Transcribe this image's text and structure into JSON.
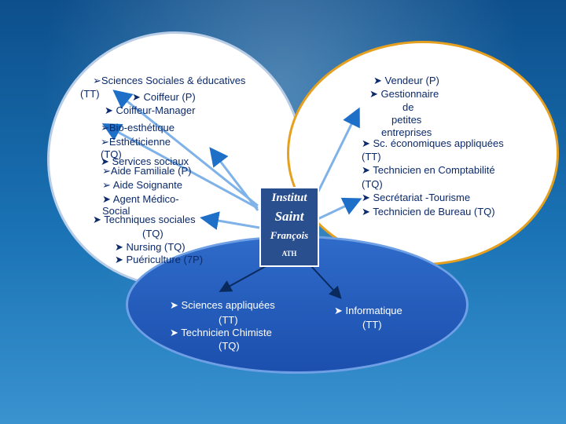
{
  "left": {
    "lines": [
      "➢Sciences Sociales & éducatives",
      "(TT)",
      "➤ Coiffeur (P)",
      "➤ Coiffeur-Manager",
      "➢Bio-esthétique",
      "➢Esthéticienne",
      "(TQ)",
      "➤ Services sociaux",
      "➢Aide Familiale (P)",
      "➢ Aide Soignante",
      "➤ Agent Médico-",
      "Social",
      "➤ Techniques sociales",
      "(TQ)",
      "➤ Nursing (TQ)",
      "➤ Puériculture (7P)"
    ]
  },
  "right": {
    "lines": [
      "➤ Vendeur (P)",
      "➤ Gestionnaire",
      "de",
      "petites",
      "entreprises",
      "➤ Sc. économiques  appliquées",
      "(TT)",
      "➤ Technicien en Comptabilité",
      "(TQ)",
      "➤ Secrétariat -Tourisme",
      "➤ Technicien de Bureau (TQ)"
    ]
  },
  "bottom": {
    "lines": [
      "➤ Sciences appliquées",
      "(TT)",
      "➤ Technicien Chimiste",
      "(TQ)"
    ]
  },
  "outside": {
    "lines": [
      "➤ Informatique",
      "(TT)"
    ]
  },
  "logo": {
    "line1": "Institut",
    "line2": "Saint",
    "line3": "François",
    "line4": "ATH"
  }
}
